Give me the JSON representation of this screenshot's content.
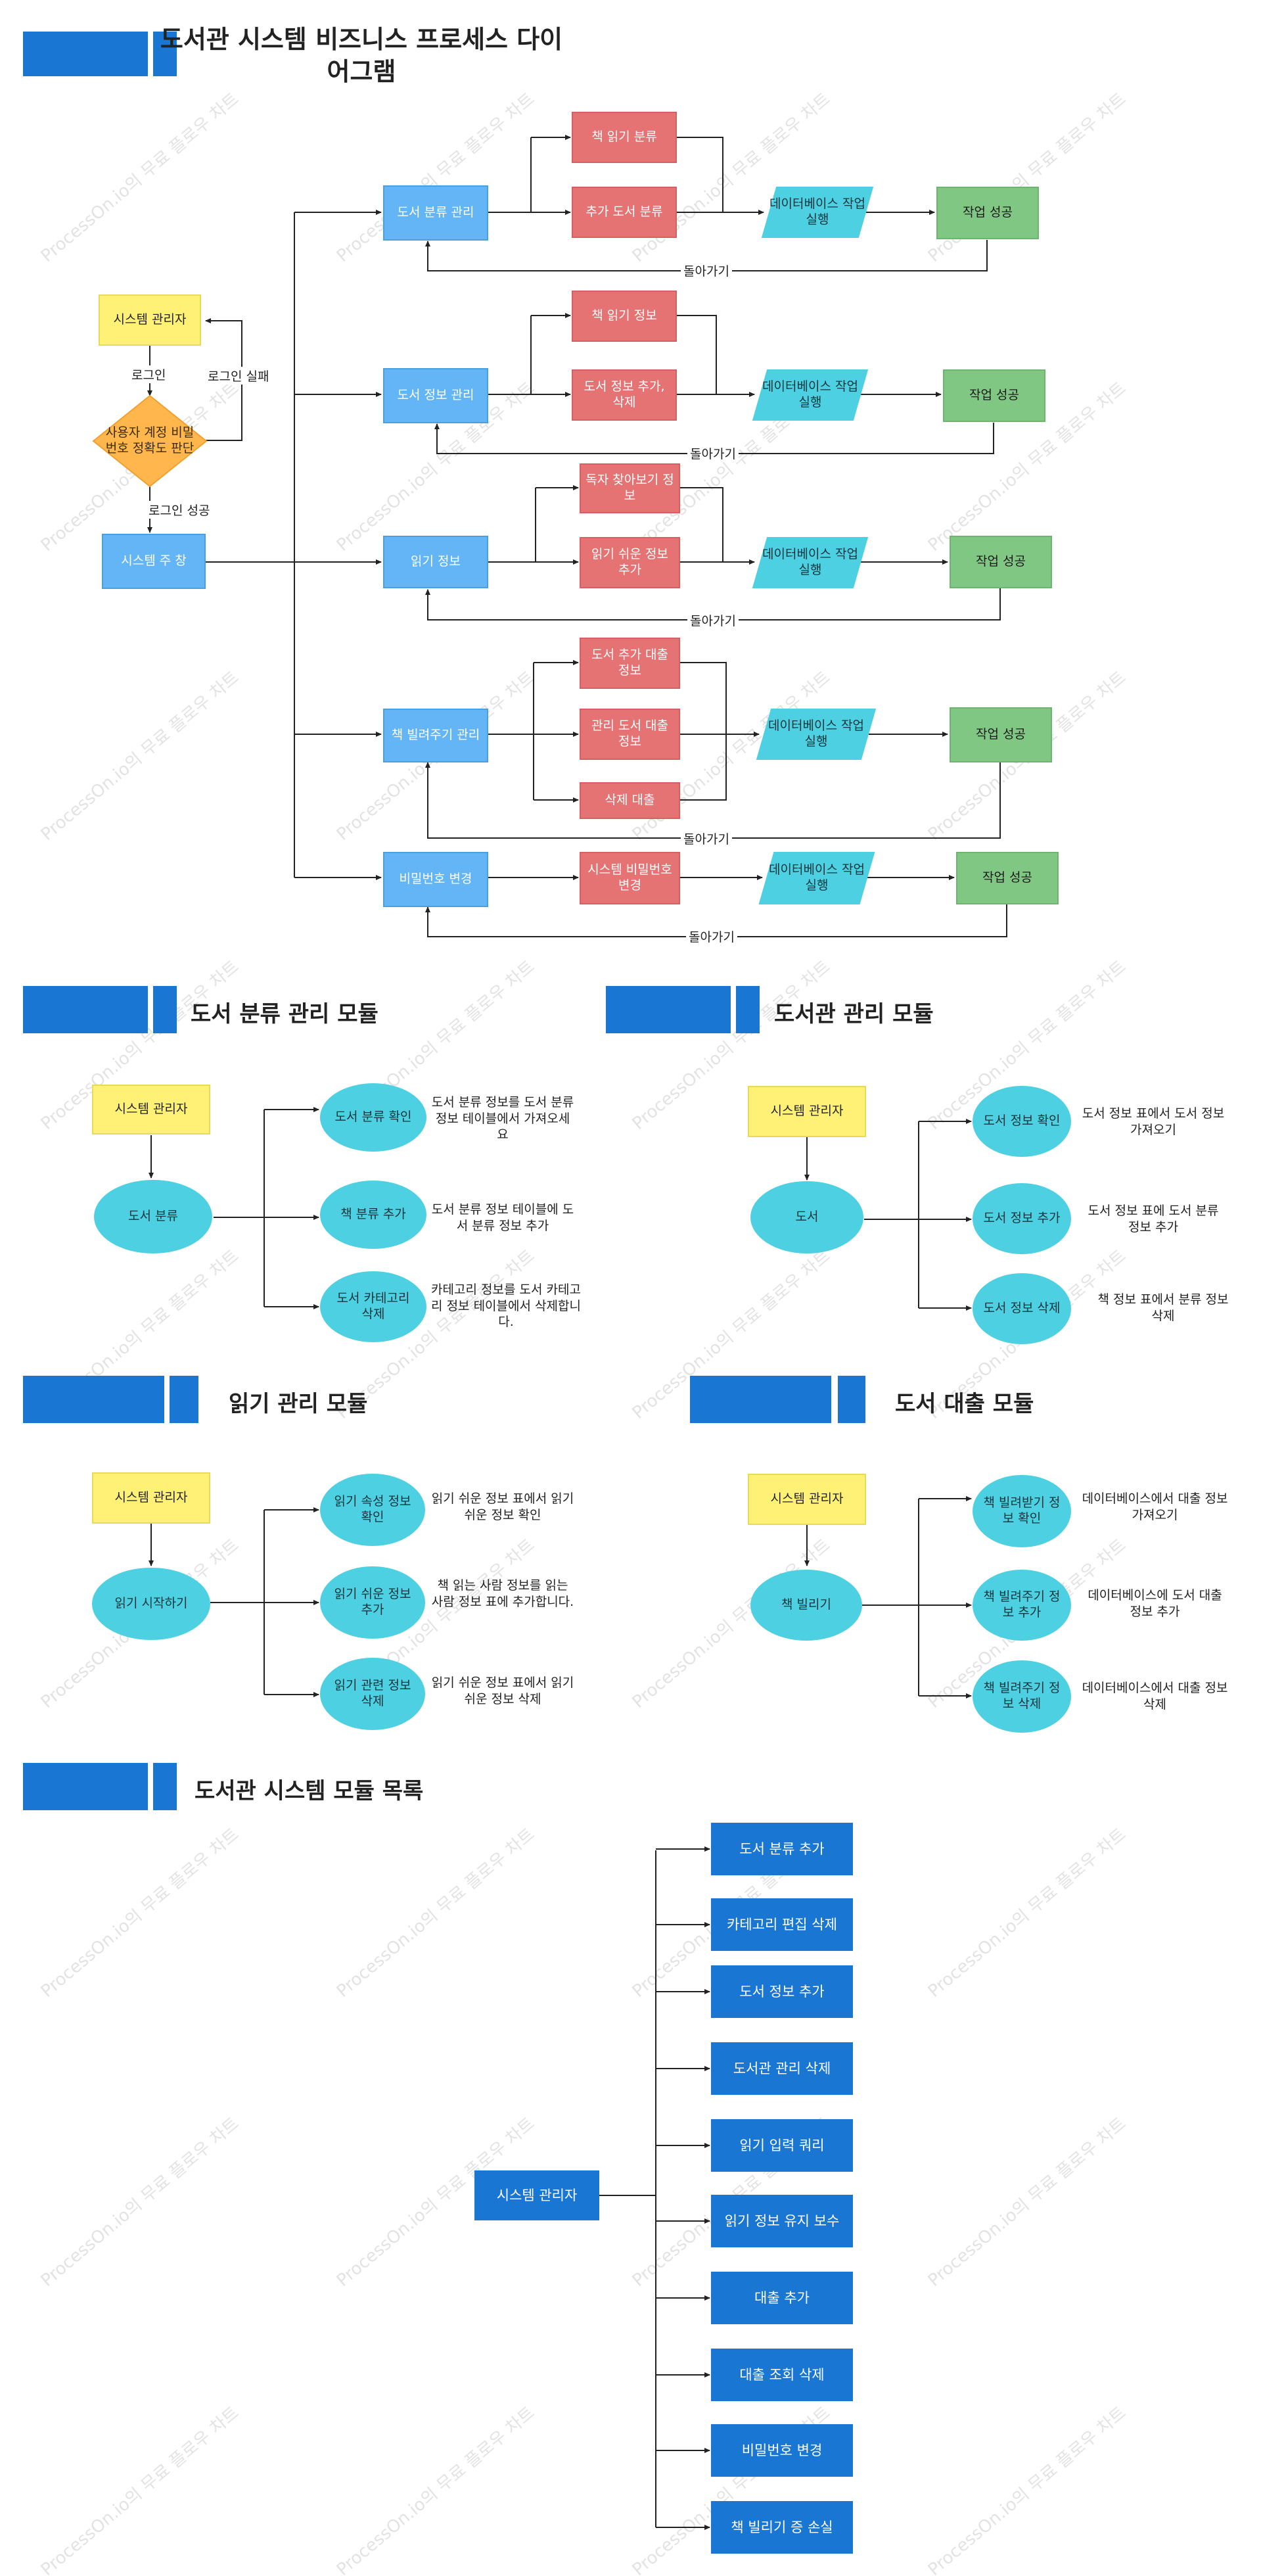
{
  "watermark": "ProcessOn.io의 무료 플로우 차트",
  "colors": {
    "process_blue": "#64b5f6",
    "action_red": "#e57373",
    "success_green": "#81c784",
    "actor_yellow": "#fff176",
    "database_teal": "#4dd0e1",
    "decision_orange": "#ffb74d",
    "header_navy": "#1976d2"
  },
  "main": {
    "title": "도서관 시스템 비즈니스 프로세스 다이어그램",
    "admin": "시스템 관리자",
    "login": "로그인",
    "login_fail": "로그인 실패",
    "decision": "사용자 계정 비밀번호 정확도 판단",
    "login_success": "로그인 성공",
    "main_window": "시스템 주 창",
    "back": "돌아가기",
    "rows": [
      {
        "module": "도서 분류 관리",
        "actions": [
          "책 읽기 분류",
          "추가 도서 분류"
        ],
        "db": "데이터베이스 작업 실행",
        "result": "작업 성공"
      },
      {
        "module": "도서 정보 관리",
        "actions": [
          "책 읽기 정보",
          "도서 정보 추가, 삭제"
        ],
        "db": "데이터베이스 작업 실행",
        "result": "작업 성공"
      },
      {
        "module": "읽기 정보",
        "actions": [
          "독자 찾아보기 정보",
          "읽기 쉬운 정보 추가"
        ],
        "db": "데이터베이스 작업 실행",
        "result": "작업 성공"
      },
      {
        "module": "책 빌려주기 관리",
        "actions": [
          "도서 추가 대출 정보",
          "관리 도서 대출 정보",
          "삭제 대출"
        ],
        "db": "데이터베이스 작업 실행",
        "result": "작업 성공"
      },
      {
        "module": "비밀번호 변경",
        "actions": [
          "시스템 비밀번호 변경"
        ],
        "db": "데이터베이스 작업 실행",
        "result": "작업 성공"
      }
    ]
  },
  "modules": [
    {
      "title": "도서 분류 관리 모듈",
      "admin": "시스템 관리자",
      "center": "도서 분류",
      "items": [
        {
          "label": "도서 분류 확인",
          "desc": "도서 분류 정보를 도서 분류 정보 테이블에서 가져오세요"
        },
        {
          "label": "책 분류 추가",
          "desc": "도서 분류 정보 테이블에 도서 분류 정보 추가"
        },
        {
          "label": "도서 카테고리 삭제",
          "desc": "카테고리 정보를 도서 카테고리 정보 테이블에서 삭제합니다."
        }
      ]
    },
    {
      "title": "도서관 관리 모듈",
      "admin": "시스템 관리자",
      "center": "도서",
      "items": [
        {
          "label": "도서 정보 확인",
          "desc": "도서 정보 표에서 도서 정보 가져오기"
        },
        {
          "label": "도서 정보 추가",
          "desc": "도서 정보 표에 도서 분류 정보 추가"
        },
        {
          "label": "도서 정보 삭제",
          "desc": "책 정보 표에서 분류 정보 삭제"
        }
      ]
    },
    {
      "title": "읽기 관리 모듈",
      "admin": "시스템 관리자",
      "center": "읽기 시작하기",
      "items": [
        {
          "label": "읽기 속성 정보 확인",
          "desc": "읽기 쉬운 정보 표에서 읽기 쉬운 정보 확인"
        },
        {
          "label": "읽기 쉬운 정보 추가",
          "desc": "책 읽는 사람 정보를 읽는 사람 정보 표에 추가합니다."
        },
        {
          "label": "읽기 관련 정보 삭제",
          "desc": "읽기 쉬운 정보 표에서 읽기 쉬운 정보 삭제"
        }
      ]
    },
    {
      "title": "도서 대출 모듈",
      "admin": "시스템 관리자",
      "center": "책 빌리기",
      "items": [
        {
          "label": "책 빌려받기 정보 확인",
          "desc": "데이터베이스에서 대출 정보 가져오기"
        },
        {
          "label": "책 빌려주기 정보 추가",
          "desc": "데이터베이스에 도서 대출 정보 추가"
        },
        {
          "label": "책 빌려주기 정보 삭제",
          "desc": "데이터베이스에서 대출 정보 삭제"
        }
      ]
    }
  ],
  "module_list": {
    "title": "도서관 시스템 모듈 목록",
    "admin": "시스템 관리자",
    "items": [
      "도서 분류 추가",
      "카테고리 편집 삭제",
      "도서 정보 추가",
      "도서관 관리 삭제",
      "읽기 입력 쿼리",
      "읽기 정보 유지 보수",
      "대출 추가",
      "대출 조회 삭제",
      "비밀번호 변경",
      "책 빌리기 증 손실"
    ]
  }
}
